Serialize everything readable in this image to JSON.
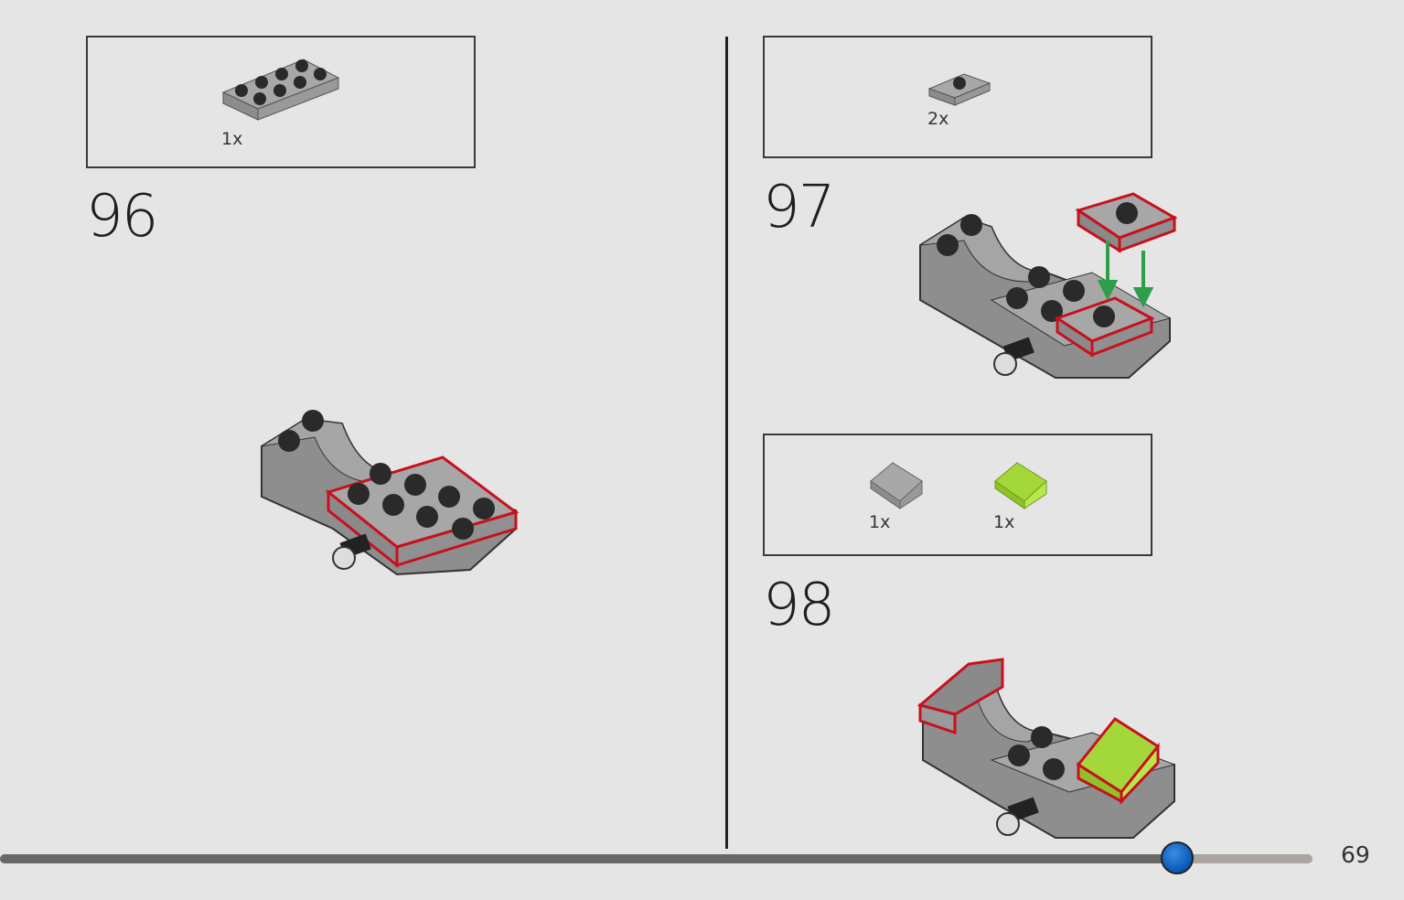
{
  "steps": [
    {
      "number": "96",
      "parts": [
        {
          "qty": "1x",
          "color": "#a0a0a0"
        }
      ]
    },
    {
      "number": "97",
      "parts": [
        {
          "qty": "2x",
          "color": "#a0a0a0"
        }
      ]
    },
    {
      "number": "98",
      "parts": [
        {
          "qty": "1x",
          "color": "#a0a0a0"
        },
        {
          "qty": "1x",
          "color": "#a4d83a"
        }
      ]
    }
  ],
  "viewer": {
    "page_number": "69",
    "progress": 0.897
  },
  "colors": {
    "highlight": "#c8101e",
    "arrow": "#2e9e4a",
    "lime": "#a4d83a",
    "grey": "#a0a0a0",
    "stud": "#2a2a2a"
  }
}
